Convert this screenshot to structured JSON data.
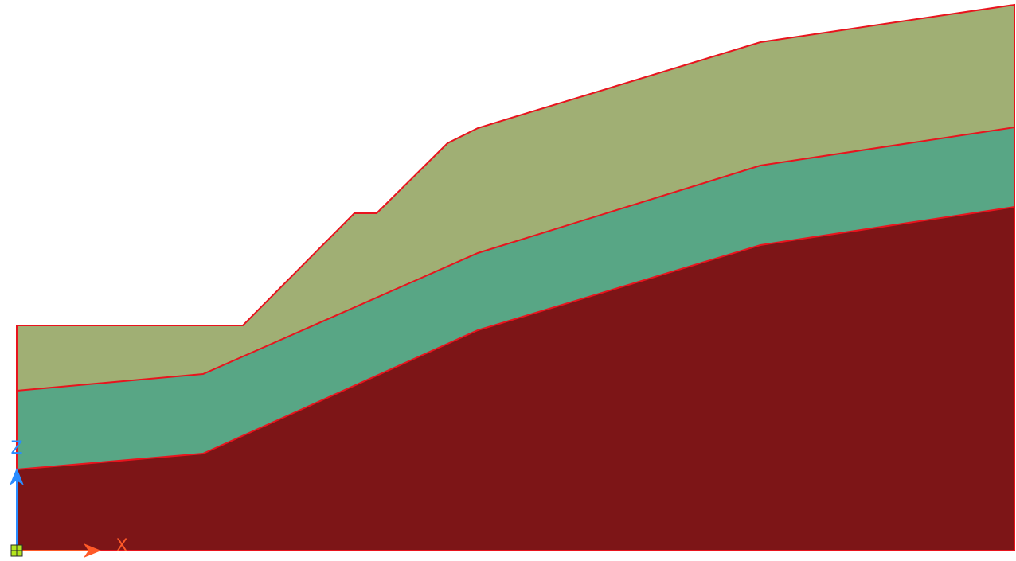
{
  "axes": {
    "x_label": "X",
    "z_label": "Z",
    "x_color": "#ff5a28",
    "z_color": "#2a8cff",
    "origin_marker_color": "#b4e61e"
  },
  "colors": {
    "boundary_line": "#e8141e",
    "background": "#ffffff"
  },
  "layers": [
    {
      "id": "top-layer",
      "color": "#a0af74"
    },
    {
      "id": "middle-layer",
      "color": "#58a685"
    },
    {
      "id": "bedrock-layer",
      "color": "#7d1517"
    }
  ]
}
